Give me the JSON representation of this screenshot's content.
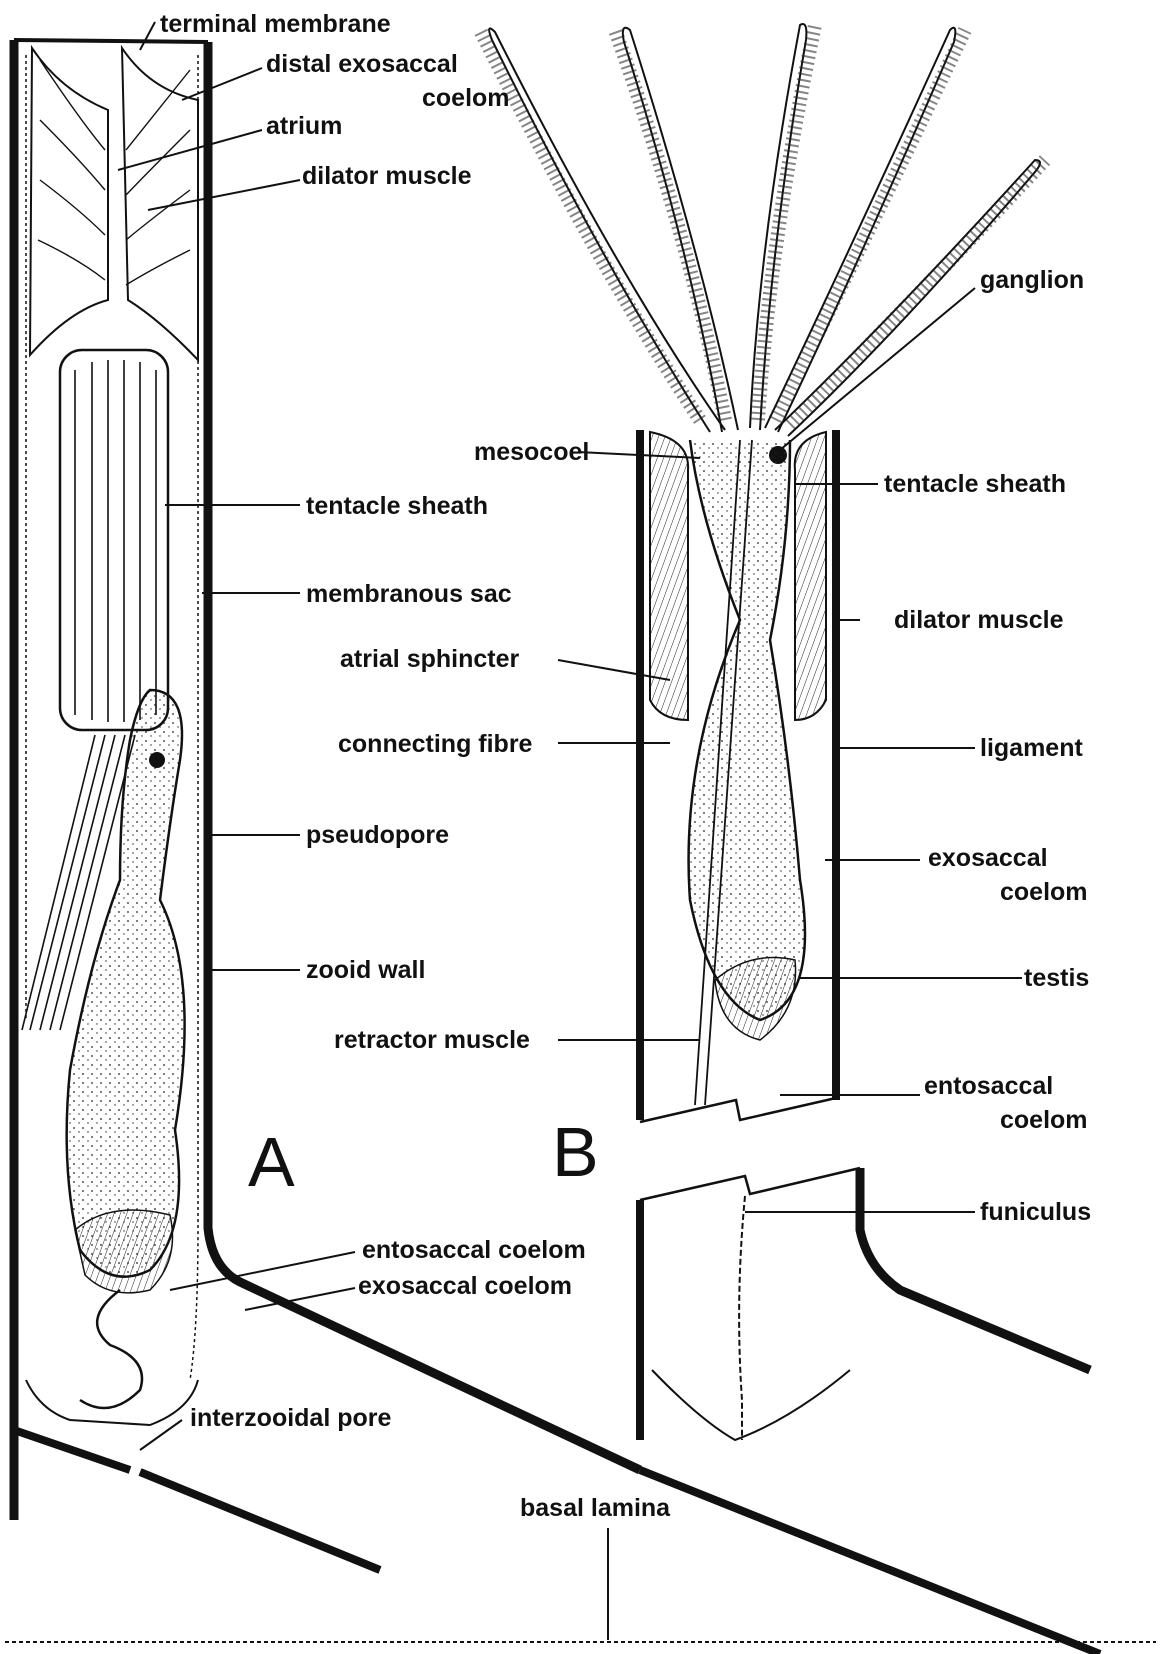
{
  "figure": {
    "panel_a": "A",
    "panel_b": "B",
    "labels": {
      "terminal_membrane": "terminal membrane",
      "distal_exosaccal_1": "distal exosaccal",
      "distal_exosaccal_2": "coelom",
      "atrium": "atrium",
      "dilator_muscle_a": "dilator muscle",
      "tentacle_sheath_a": "tentacle sheath",
      "membranous_sac": "membranous sac",
      "atrial_sphincter": "atrial sphincter",
      "connecting_fibre": "connecting fibre",
      "pseudopore": "pseudopore",
      "zooid_wall": "zooid wall",
      "retractor_muscle": "retractor muscle",
      "entosaccal_coelom_a": "entosaccal coelom",
      "exosaccal_coelom_a": "exosaccal coelom",
      "interzooidal_pore": "interzooidal pore",
      "basal_lamina": "basal lamina",
      "ganglion": "ganglion",
      "mesocoel": "mesocoel",
      "tentacle_sheath_b": "tentacle sheath",
      "dilator_muscle_b": "dilator muscle",
      "ligament": "ligament",
      "exosaccal_coelom_b1": "exosaccal",
      "exosaccal_coelom_b2": "coelom",
      "testis": "testis",
      "entosaccal_coelom_b1": "entosaccal",
      "entosaccal_coelom_b2": "coelom",
      "funiculus": "funiculus"
    }
  }
}
